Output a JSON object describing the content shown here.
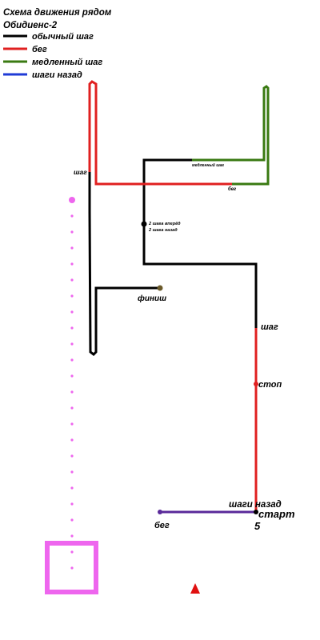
{
  "title": "Схема движения рядом",
  "subtitle": "Обидиенс-2",
  "legend": [
    {
      "label": "обычный шаг",
      "color": "#000000"
    },
    {
      "label": "бег",
      "color": "#e02020"
    },
    {
      "label": "медленный шаг",
      "color": "#3a7a12"
    },
    {
      "label": "шаги назад",
      "color": "#1f3bd6"
    }
  ],
  "colors": {
    "normal": "#000000",
    "run": "#e02020",
    "slow": "#3a7a12",
    "back": "#5a2a9a",
    "dots": "#ee66ee",
    "cone": "#e01010"
  },
  "labels": {
    "start": "старт",
    "start_number": "5",
    "back_steps": "шаги назад",
    "run_bottom": "бег",
    "stop": "стоп",
    "walk_right": "шаг",
    "finish": "финиш",
    "forward_back_1": "2 шага вперёд",
    "forward_back_2": "2 шага назад",
    "slow_walk_small": "медленный шаг",
    "run_small": "бег",
    "walk_left": "шаг"
  }
}
